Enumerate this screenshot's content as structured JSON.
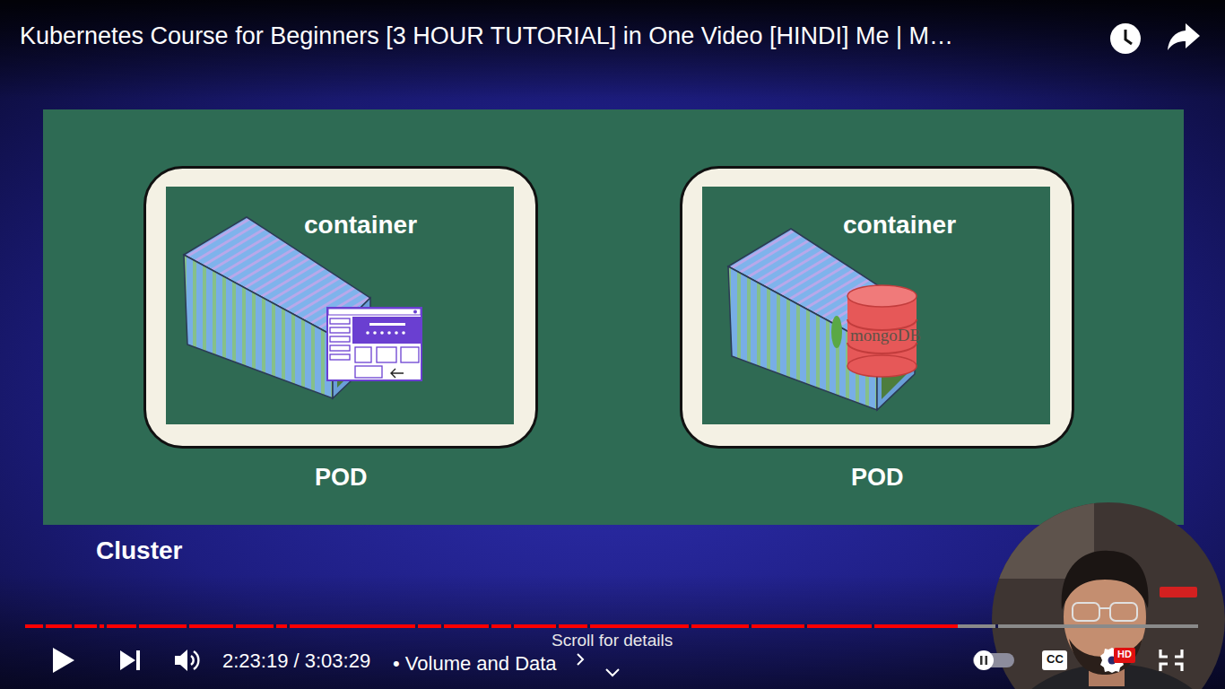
{
  "diagram": {
    "title": "Kubernetes Course for Beginners [3 HOUR TUTORIAL] in One Video [HINDI] Me | M…",
    "nodes": [
      {
        "text": [
          "Cluster"
        ]
      },
      {
        "text": [
          "POD"
        ],
        "in": 0
      },
      {
        "text": [
          "container"
        ],
        "in": 1
      },
      {
        "text": [
          "POD"
        ],
        "in": 0
      },
      {
        "text": [
          "container"
        ],
        "in": 3
      }
    ],
    "labels": [
      "mongoDB",
      "2:23:19 / 3:03:29",
      "• Volume and Data",
      "Scroll for details",
      "CC",
      "HD"
    ]
  }
}
